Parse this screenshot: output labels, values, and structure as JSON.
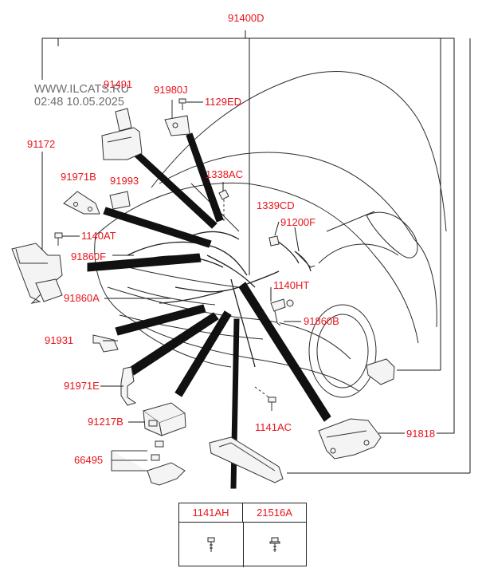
{
  "watermark": {
    "site": "WWW.ILCATS.RU",
    "timestamp": "02:48  10.05.2025"
  },
  "parts": {
    "main_harness": "91400D",
    "harness_91491": "91491",
    "bracket_91980J": "91980J",
    "bolt_1129ED": "1129ED",
    "bracket_91172": "91172",
    "bracket_91971B": "91971B",
    "clip_91993": "91993",
    "nut_1338AC": "1338AC",
    "cap_1339CD": "1339CD",
    "harness_91200F": "91200F",
    "bolt_1140AT": "1140AT",
    "harness_91860F": "91860F",
    "nut_1140HT": "1140HT",
    "harness_91860A": "91860A",
    "harness_91860B": "91860B",
    "bracket_91931": "91931",
    "bracket_91971E": "91971E",
    "relay_91217B": "91217B",
    "bolt_1141AC": "1141AC",
    "cover_91818": "91818",
    "relay_66495": "66495"
  },
  "legend": {
    "col1": "1141AH",
    "col2": "21516A",
    "col1_icon": "bolt-icon",
    "col2_icon": "flange-bolt-icon"
  },
  "colors": {
    "label": "#e8141b",
    "line": "#1a1a1a",
    "watermark": "#6f6f6f"
  }
}
